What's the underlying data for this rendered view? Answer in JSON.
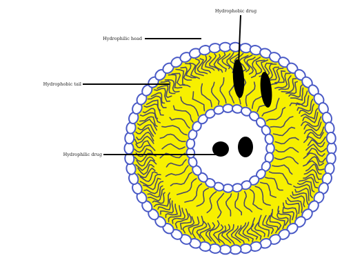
{
  "labels": {
    "hydrophobic_drug": "Hydrophobic drug",
    "hydrophilic_head": "Hydrophilic head",
    "hydrophobic_tail": "Hydrophobic tail",
    "hydrophilic_drug": "Hydrophilic drug"
  },
  "colors": {
    "bilayer": "#f7f000",
    "head_stroke": "#4a5ac6",
    "tail": "#4a4a66",
    "drug": "#000000",
    "leader": "#000000"
  }
}
